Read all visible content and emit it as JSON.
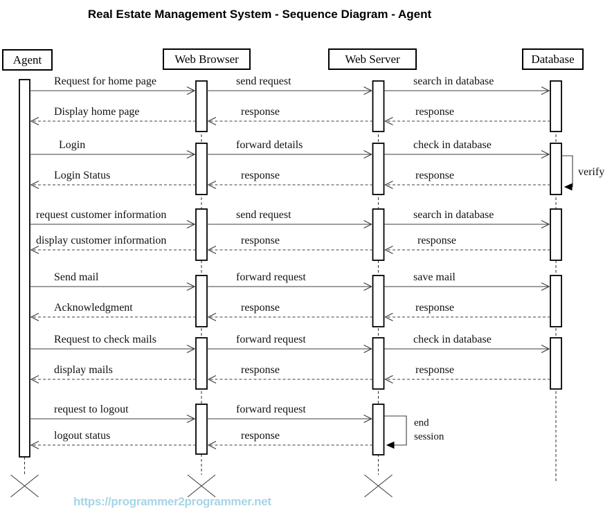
{
  "title": "Real Estate Management System - Sequence Diagram - Agent",
  "watermark": "https://programmer2programmer.net",
  "colors": {
    "watermark": "#a5d5e8",
    "diagram_lines": "#3c3c3c",
    "boxes": "#000000"
  },
  "actors": [
    {
      "name": "Agent"
    },
    {
      "name": "Web Browser"
    },
    {
      "name": "Web Server"
    },
    {
      "name": "Database"
    }
  ],
  "rows": [
    {
      "type": "request",
      "segments": [
        {
          "from": "Agent",
          "to": "Web Browser",
          "label": "Request for home page"
        },
        {
          "from": "Web Browser",
          "to": "Web Server",
          "label": "send request"
        },
        {
          "from": "Web Server",
          "to": "Database",
          "label": "search in database"
        }
      ]
    },
    {
      "type": "response",
      "segments": [
        {
          "from": "Web Browser",
          "to": "Agent",
          "label": "Display home page"
        },
        {
          "from": "Web Server",
          "to": "Web Browser",
          "label": "response"
        },
        {
          "from": "Database",
          "to": "Web Server",
          "label": "response"
        }
      ]
    },
    {
      "type": "request",
      "segments": [
        {
          "from": "Agent",
          "to": "Web Browser",
          "label": "Login"
        },
        {
          "from": "Web Browser",
          "to": "Web Server",
          "label": "forward details"
        },
        {
          "from": "Web Server",
          "to": "Database",
          "label": "check in database"
        }
      ]
    },
    {
      "type": "response",
      "segments": [
        {
          "from": "Web Browser",
          "to": "Agent",
          "label": "Login Status"
        },
        {
          "from": "Web Server",
          "to": "Web Browser",
          "label": "response"
        },
        {
          "from": "Database",
          "to": "Web Server",
          "label": "response"
        }
      ]
    },
    {
      "type": "request",
      "segments": [
        {
          "from": "Agent",
          "to": "Web Browser",
          "label": "request customer information"
        },
        {
          "from": "Web Browser",
          "to": "Web Server",
          "label": "send request"
        },
        {
          "from": "Web Server",
          "to": "Database",
          "label": "search in database"
        }
      ]
    },
    {
      "type": "response",
      "segments": [
        {
          "from": "Web Browser",
          "to": "Agent",
          "label": "display customer information"
        },
        {
          "from": "Web Server",
          "to": "Web Browser",
          "label": "response"
        },
        {
          "from": "Database",
          "to": "Web Server",
          "label": "response"
        }
      ]
    },
    {
      "type": "request",
      "segments": [
        {
          "from": "Agent",
          "to": "Web Browser",
          "label": "Send mail"
        },
        {
          "from": "Web Browser",
          "to": "Web Server",
          "label": "forward request"
        },
        {
          "from": "Web Server",
          "to": "Database",
          "label": "save mail"
        }
      ]
    },
    {
      "type": "response",
      "segments": [
        {
          "from": "Web Browser",
          "to": "Agent",
          "label": "Acknowledgment"
        },
        {
          "from": "Web Server",
          "to": "Web Browser",
          "label": "response"
        },
        {
          "from": "Database",
          "to": "Web Server",
          "label": "response"
        }
      ]
    },
    {
      "type": "request",
      "segments": [
        {
          "from": "Agent",
          "to": "Web Browser",
          "label": "Request to check mails"
        },
        {
          "from": "Web Browser",
          "to": "Web Server",
          "label": "forward request"
        },
        {
          "from": "Web Server",
          "to": "Database",
          "label": "check in database"
        }
      ]
    },
    {
      "type": "response",
      "segments": [
        {
          "from": "Web Browser",
          "to": "Agent",
          "label": "display mails"
        },
        {
          "from": "Web Server",
          "to": "Web Browser",
          "label": "response"
        },
        {
          "from": "Database",
          "to": "Web Server",
          "label": "response"
        }
      ]
    },
    {
      "type": "request",
      "segments": [
        {
          "from": "Agent",
          "to": "Web Browser",
          "label": "request to logout"
        },
        {
          "from": "Web Browser",
          "to": "Web Server",
          "label": "forward request"
        }
      ]
    },
    {
      "type": "response",
      "segments": [
        {
          "from": "Web Browser",
          "to": "Agent",
          "label": "logout status"
        },
        {
          "from": "Web Server",
          "to": "Web Browser",
          "label": "response"
        }
      ]
    }
  ],
  "self_messages": [
    {
      "on": "Database",
      "label": "verify"
    },
    {
      "on": "Web Server",
      "label": "end session"
    }
  ]
}
